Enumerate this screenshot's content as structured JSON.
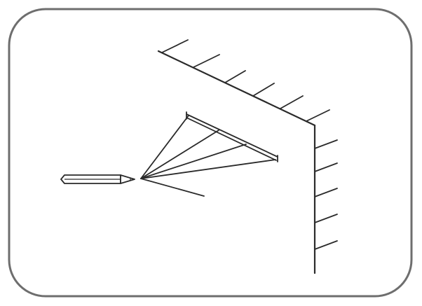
{
  "diagram": {
    "frame_color": "#6e6e6e",
    "line_color": "#2a2a2a",
    "background": "#ffffff",
    "elements": [
      "rounded-frame",
      "wall-corner-with-hatching",
      "rod-bracket",
      "support-struts",
      "rope-line",
      "pencil-icon"
    ]
  }
}
